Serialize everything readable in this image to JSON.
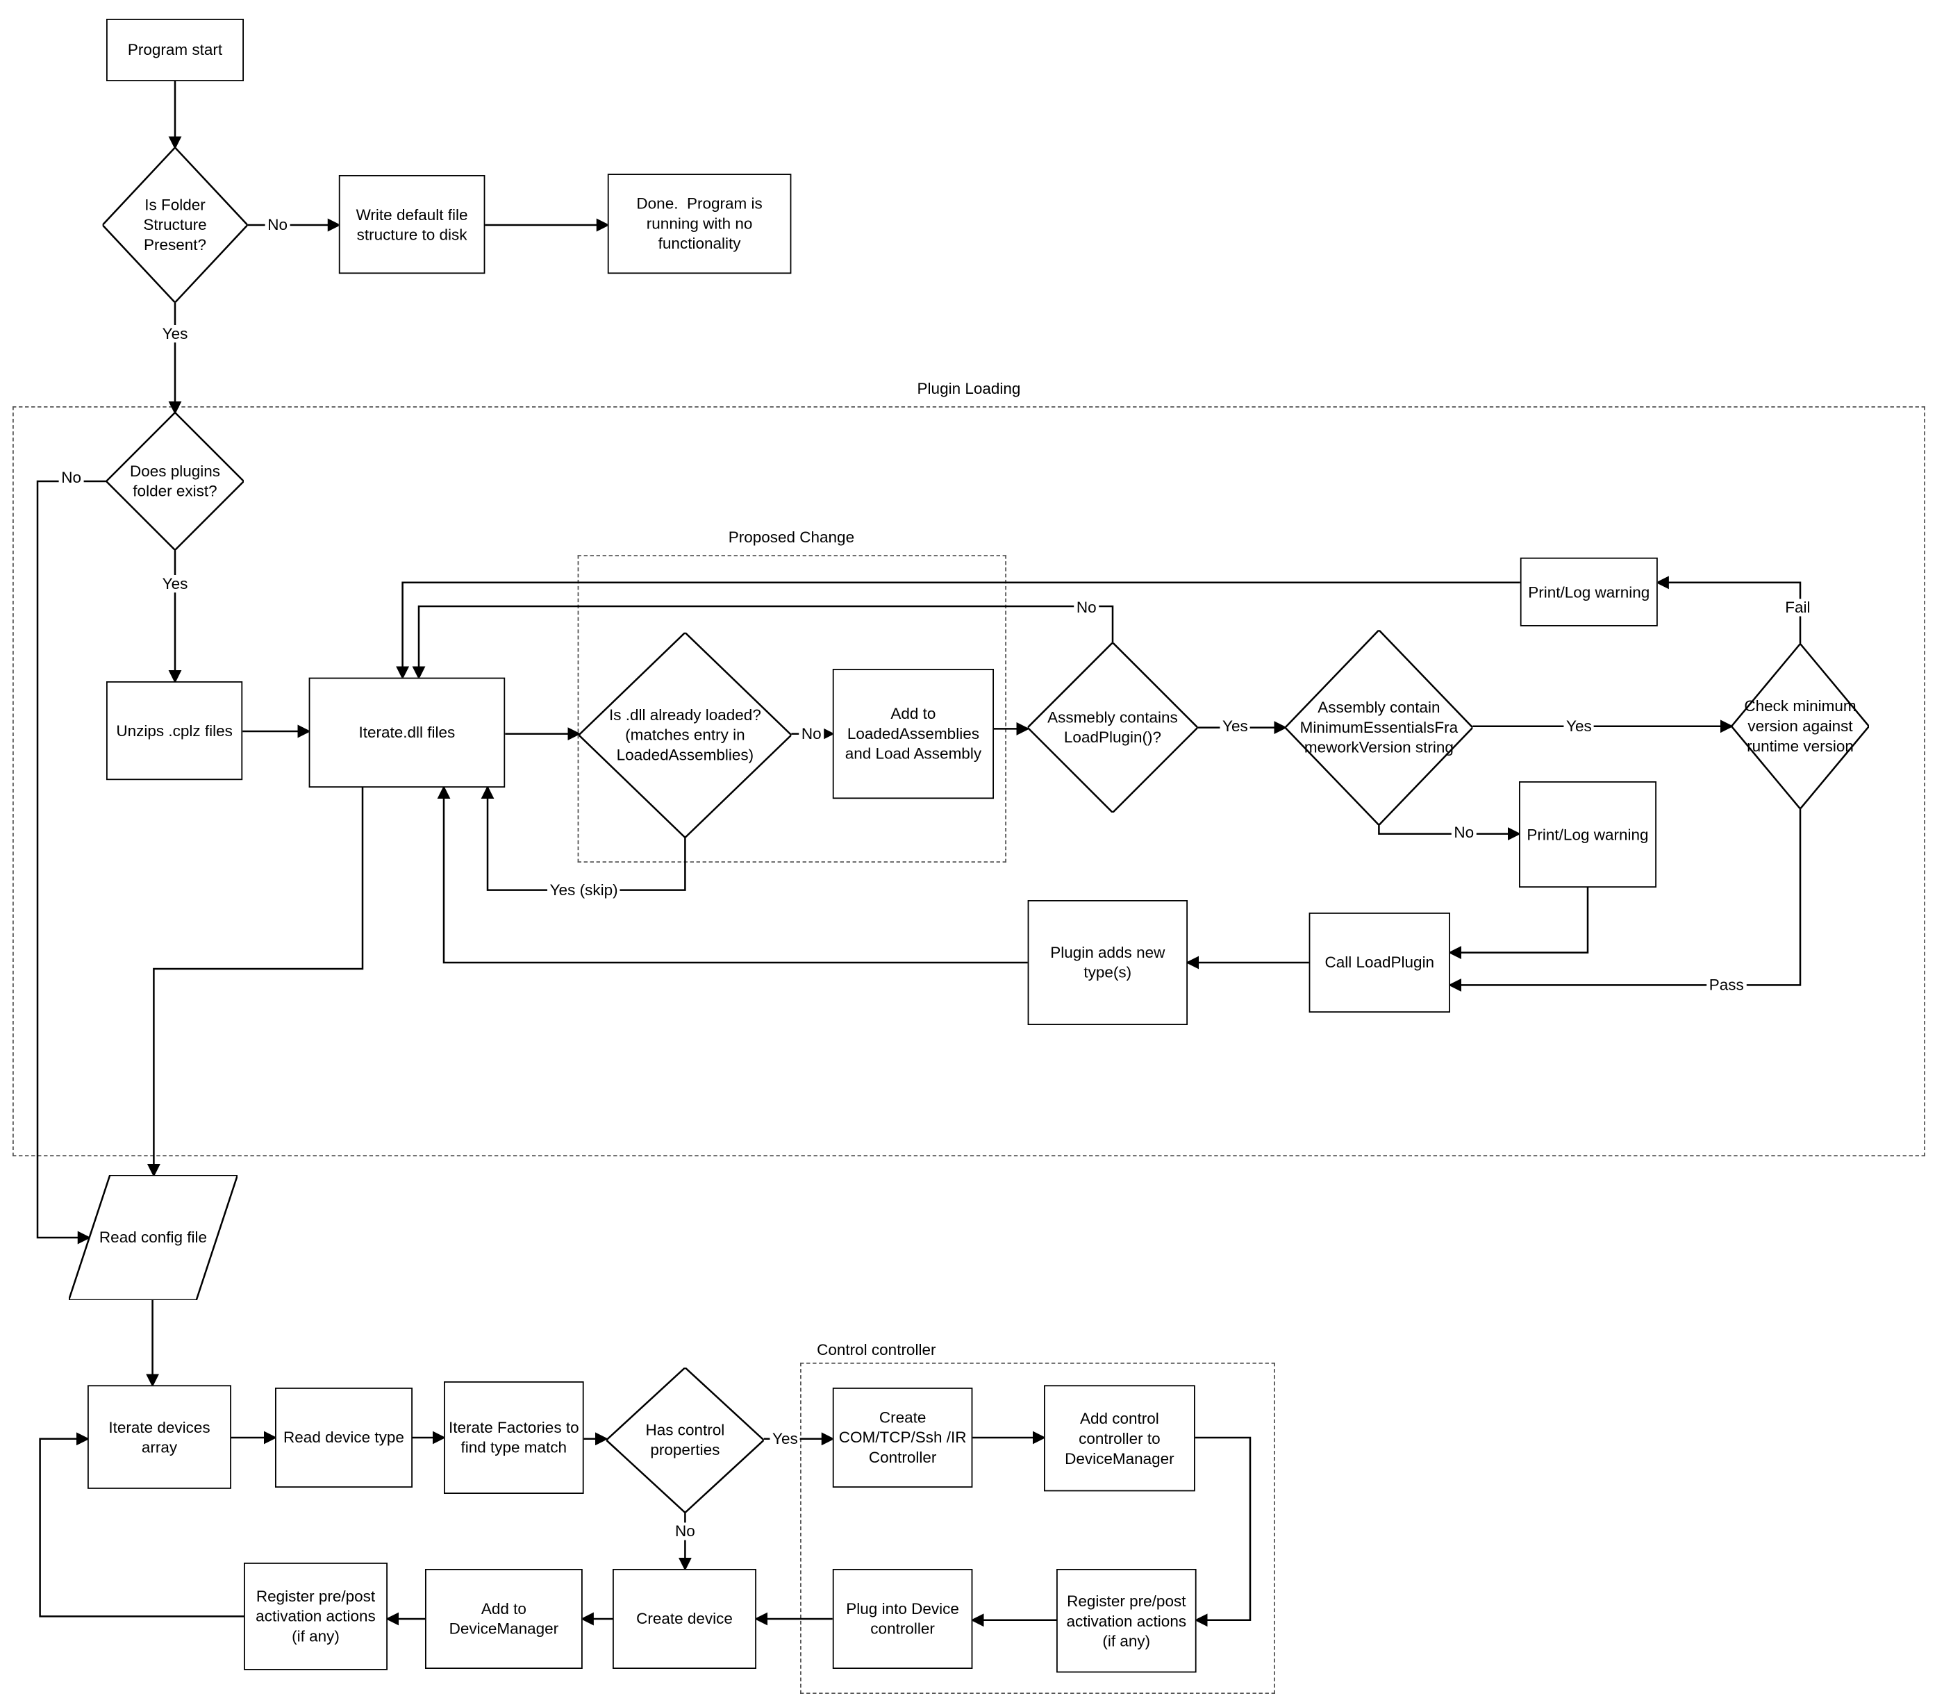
{
  "diagram": {
    "containers": {
      "plugin_loading": "Plugin Loading",
      "proposed_change": "Proposed Change",
      "control_controller": "Control controller"
    },
    "nodes": {
      "program_start": "Program start",
      "is_folder": "Is Folder Structure Present?",
      "write_default": "Write default file structure to disk",
      "done": "Done.  Program is running with no functionality",
      "does_plugins": "Does plugins folder exist?",
      "unzips": "Unzips .cplz files",
      "iterate_dll": "Iterate.dll files",
      "is_dll_loaded": "Is .dll already loaded? (matches entry in LoadedAssemblies)",
      "add_loaded": "Add to LoadedAssemblies and Load Assembly",
      "assembly_loadplugin": "Assmebly contains LoadPlugin()?",
      "assembly_minimum": "Assembly contain MinimumEssentialsFrameworkVersion string",
      "check_minimum": "Check minimum version against runtime version",
      "print_log_top": "Print/Log warning",
      "print_log_mid": "Print/Log warning",
      "call_loadplugin": "Call LoadPlugin",
      "plugin_adds": "Plugin adds new type(s)",
      "read_config": "Read config file",
      "iterate_devices": "Iterate devices array",
      "read_device_type": "Read device type",
      "iterate_factories": "Iterate Factories to find type match",
      "has_control": "Has control properties",
      "create_com": "Create COM/TCP/Ssh /IR Controller",
      "add_control": "Add control controller to DeviceManager",
      "register_right": "Register pre/post activation actions (if any)",
      "plug_into": "Plug into Device controller",
      "create_device": "Create device",
      "add_to_dm": "Add to DeviceManager",
      "register_left": "Register pre/post activation actions (if any)"
    },
    "edge_labels": {
      "folder_no": "No",
      "folder_yes": "Yes",
      "plugins_no": "No",
      "plugins_yes": "Yes",
      "dll_no": "No",
      "dll_yes_skip": "Yes (skip)",
      "loadplugin_no": "No",
      "loadplugin_yes": "Yes",
      "minimum_yes": "Yes",
      "minimum_no": "No",
      "fail": "Fail",
      "pass": "Pass",
      "control_yes": "Yes",
      "control_no": "No"
    }
  }
}
